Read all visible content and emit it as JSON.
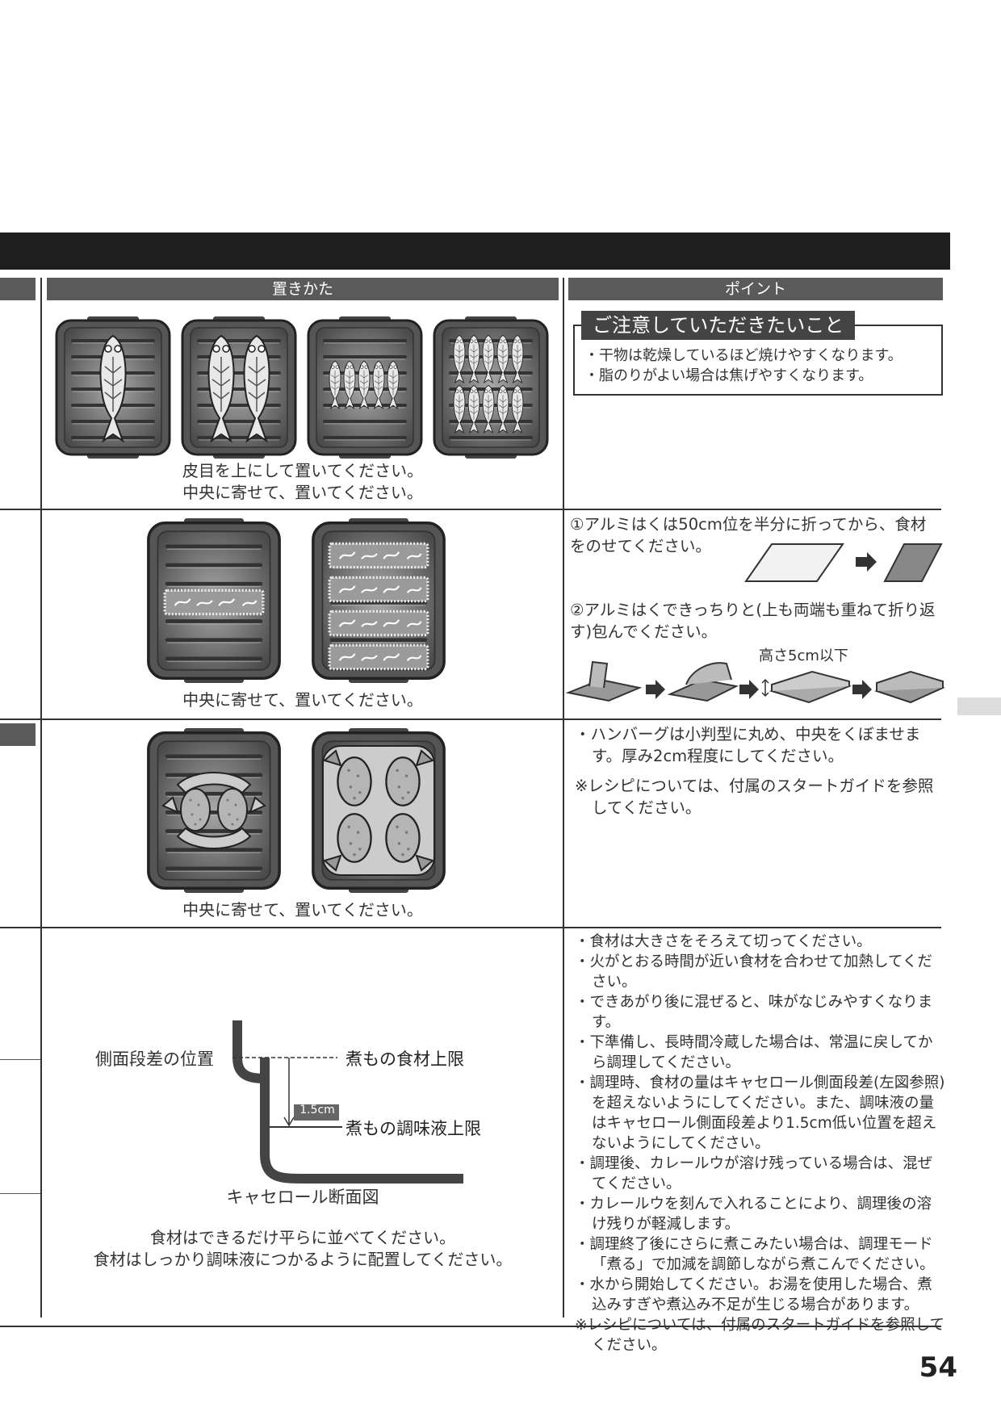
{
  "headers": {
    "placement": "置きかた",
    "points": "ポイント"
  },
  "notice": {
    "title": "ご注意していただきたいこと",
    "items": [
      "・干物は乾燥しているほど焼けやすくなります。",
      "・脂のりがよい場合は焦げやすくなります。"
    ]
  },
  "row1": {
    "captions": [
      "皮目を上にして置いてください。",
      "中央に寄せて、置いてください。"
    ]
  },
  "row2": {
    "caption": "中央に寄せて、置いてください。",
    "step1": "①アルミはくは50cm位を半分に折ってから、食材をのせてください。",
    "step2": "②アルミはくできっちりと(上も両端も重ねて折り返す)包んでください。",
    "height_label": "高さ5cm以下"
  },
  "row3": {
    "caption": "中央に寄せて、置いてください。",
    "points": [
      "・ハンバーグは小判型に丸め、中央をくぼませます。厚み2cm程度にしてください。",
      "※レシピについては、付属のスタートガイドを参照してください。"
    ]
  },
  "row4": {
    "diagram": {
      "side_step": "側面段差の位置",
      "food_limit": "煮もの食材上限",
      "gap": "1.5cm",
      "liquid_limit": "煮もの調味液上限",
      "title": "キャセロール断面図"
    },
    "captions": [
      "食材はできるだけ平らに並べてください。",
      "食材はしっかり調味液につかるように配置してください。"
    ],
    "points": [
      "・食材は大きさをそろえて切ってください。",
      "・火がとおる時間が近い食材を合わせて加熱してください。",
      "・できあがり後に混ぜると、味がなじみやすくなります。",
      "・下準備し、長時間冷蔵した場合は、常温に戻してから調理してください。",
      "・調理時、食材の量はキャセロール側面段差(左図参照)を超えないようにしてください。また、調味液の量はキャセロール側面段差より1.5cm低い位置を超えないようにしてください。",
      "・調理後、カレールウが溶け残っている場合は、混ぜてください。",
      "・カレールウを刻んで入れることにより、調理後の溶け残りが軽減します。",
      "・調理終了後にさらに煮こみたい場合は、調理モード「煮る」で加減を調節しながら煮こんでください。",
      "・水から開始してください。お湯を使用した場合、煮込みすぎや煮込み不足が生じる場合があります。",
      "※レシピについては、付属のスタートガイドを参照してください。"
    ]
  },
  "page_number": "54"
}
